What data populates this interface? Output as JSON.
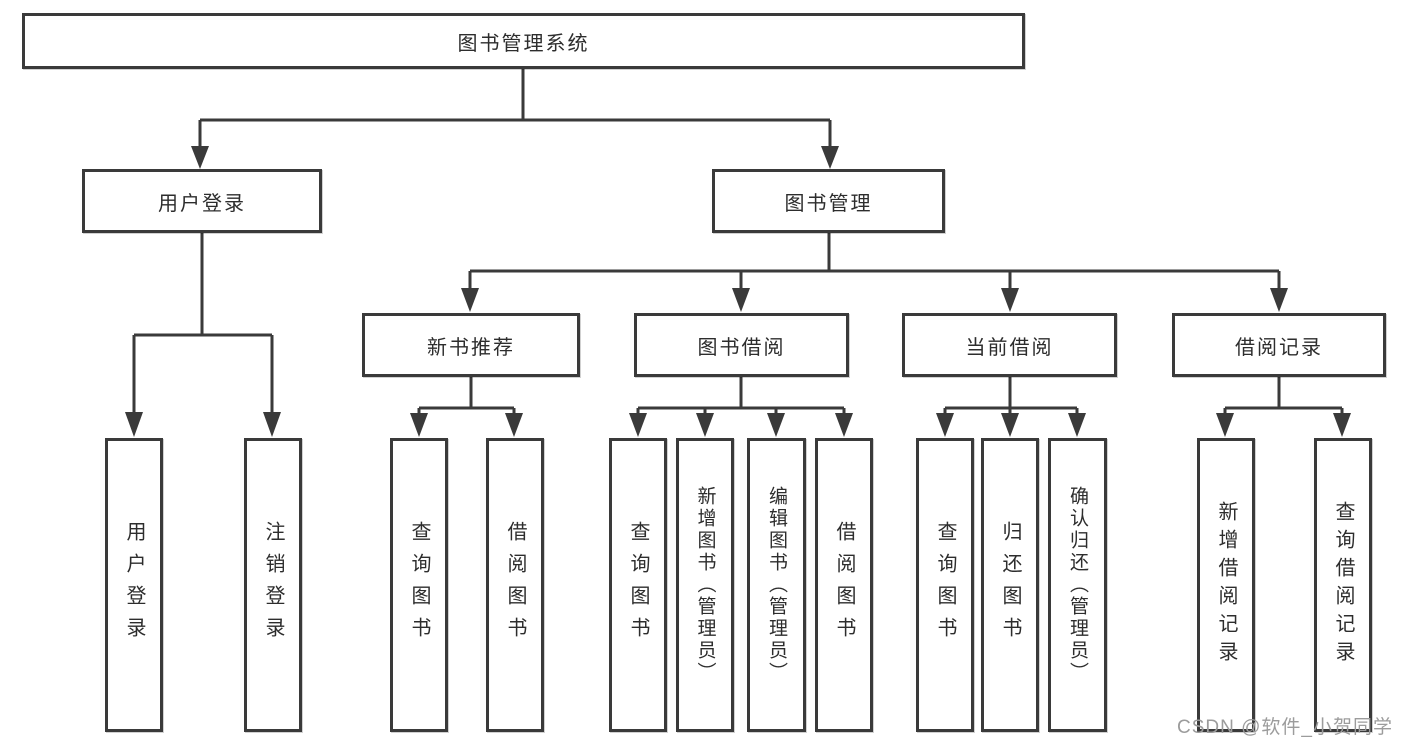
{
  "diagram": {
    "root": {
      "label": "图书管理系统"
    },
    "level2": {
      "user_login": "用户登录",
      "book_mgmt": "图书管理"
    },
    "level3": {
      "new_book_rec": "新书推荐",
      "book_borrow": "图书借阅",
      "current_borrow": "当前借阅",
      "borrow_records": "借阅记录"
    },
    "leaves": {
      "user_login": "用户登录",
      "logout": "注销登录",
      "rec_query_book": "查询图书",
      "rec_borrow_book": "借阅图书",
      "bb_query_book": "查询图书",
      "bb_add_book": "新增图书（管理员）",
      "bb_edit_book": "编辑图书（管理员）",
      "bb_borrow_book": "借阅图书",
      "cb_query_book": "查询图书",
      "cb_return_book": "归还图书",
      "cb_confirm_return": "确认归还（管理员）",
      "br_add_record": "新增借阅记录",
      "br_query_record": "查询借阅记录"
    }
  },
  "watermark": "CSDN @软件_小贺同学",
  "colors": {
    "line": "#3a3a3a",
    "box_border": "#3a3a3a",
    "box_background": "#ffffff",
    "text": "#2d2d2d",
    "watermark": "#9c9c9c"
  }
}
